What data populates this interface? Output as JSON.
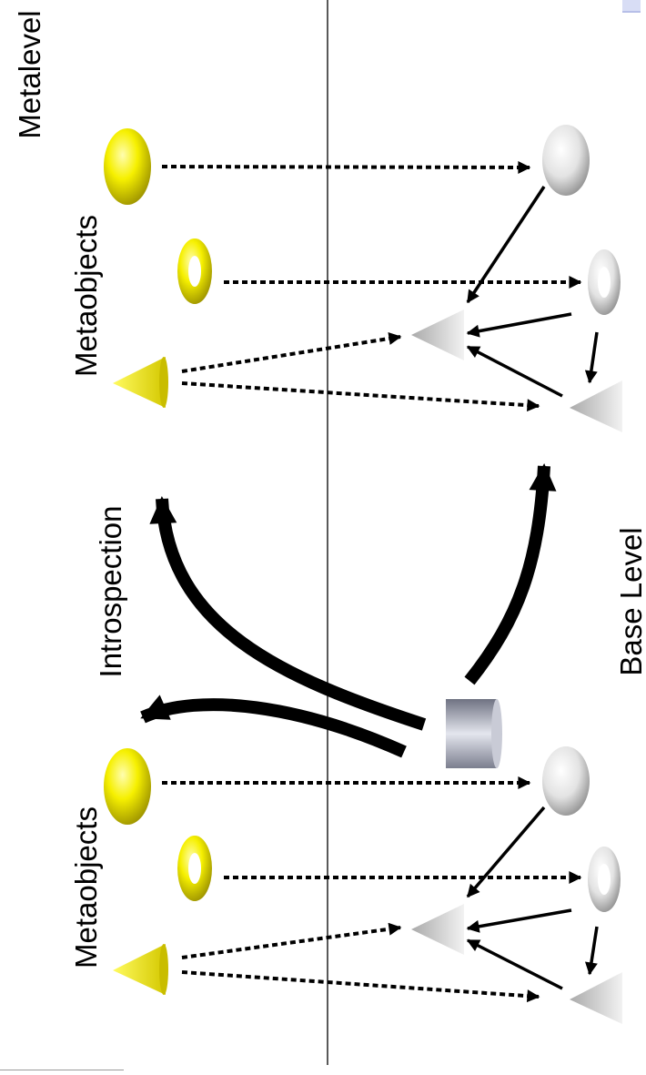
{
  "labels": {
    "metalevel": "Metalevel",
    "metaobjects_top": "Metaobjects",
    "introspection": "Introspection",
    "metaobjects_bottom": "Metaobjects",
    "base_level": "Base Level"
  },
  "colors": {
    "meta_yellow": "#f3f000",
    "base_gray": "#d9d9d9",
    "line": "#000000"
  },
  "shapes": [
    "sphere",
    "torus",
    "cone",
    "cylinder"
  ]
}
